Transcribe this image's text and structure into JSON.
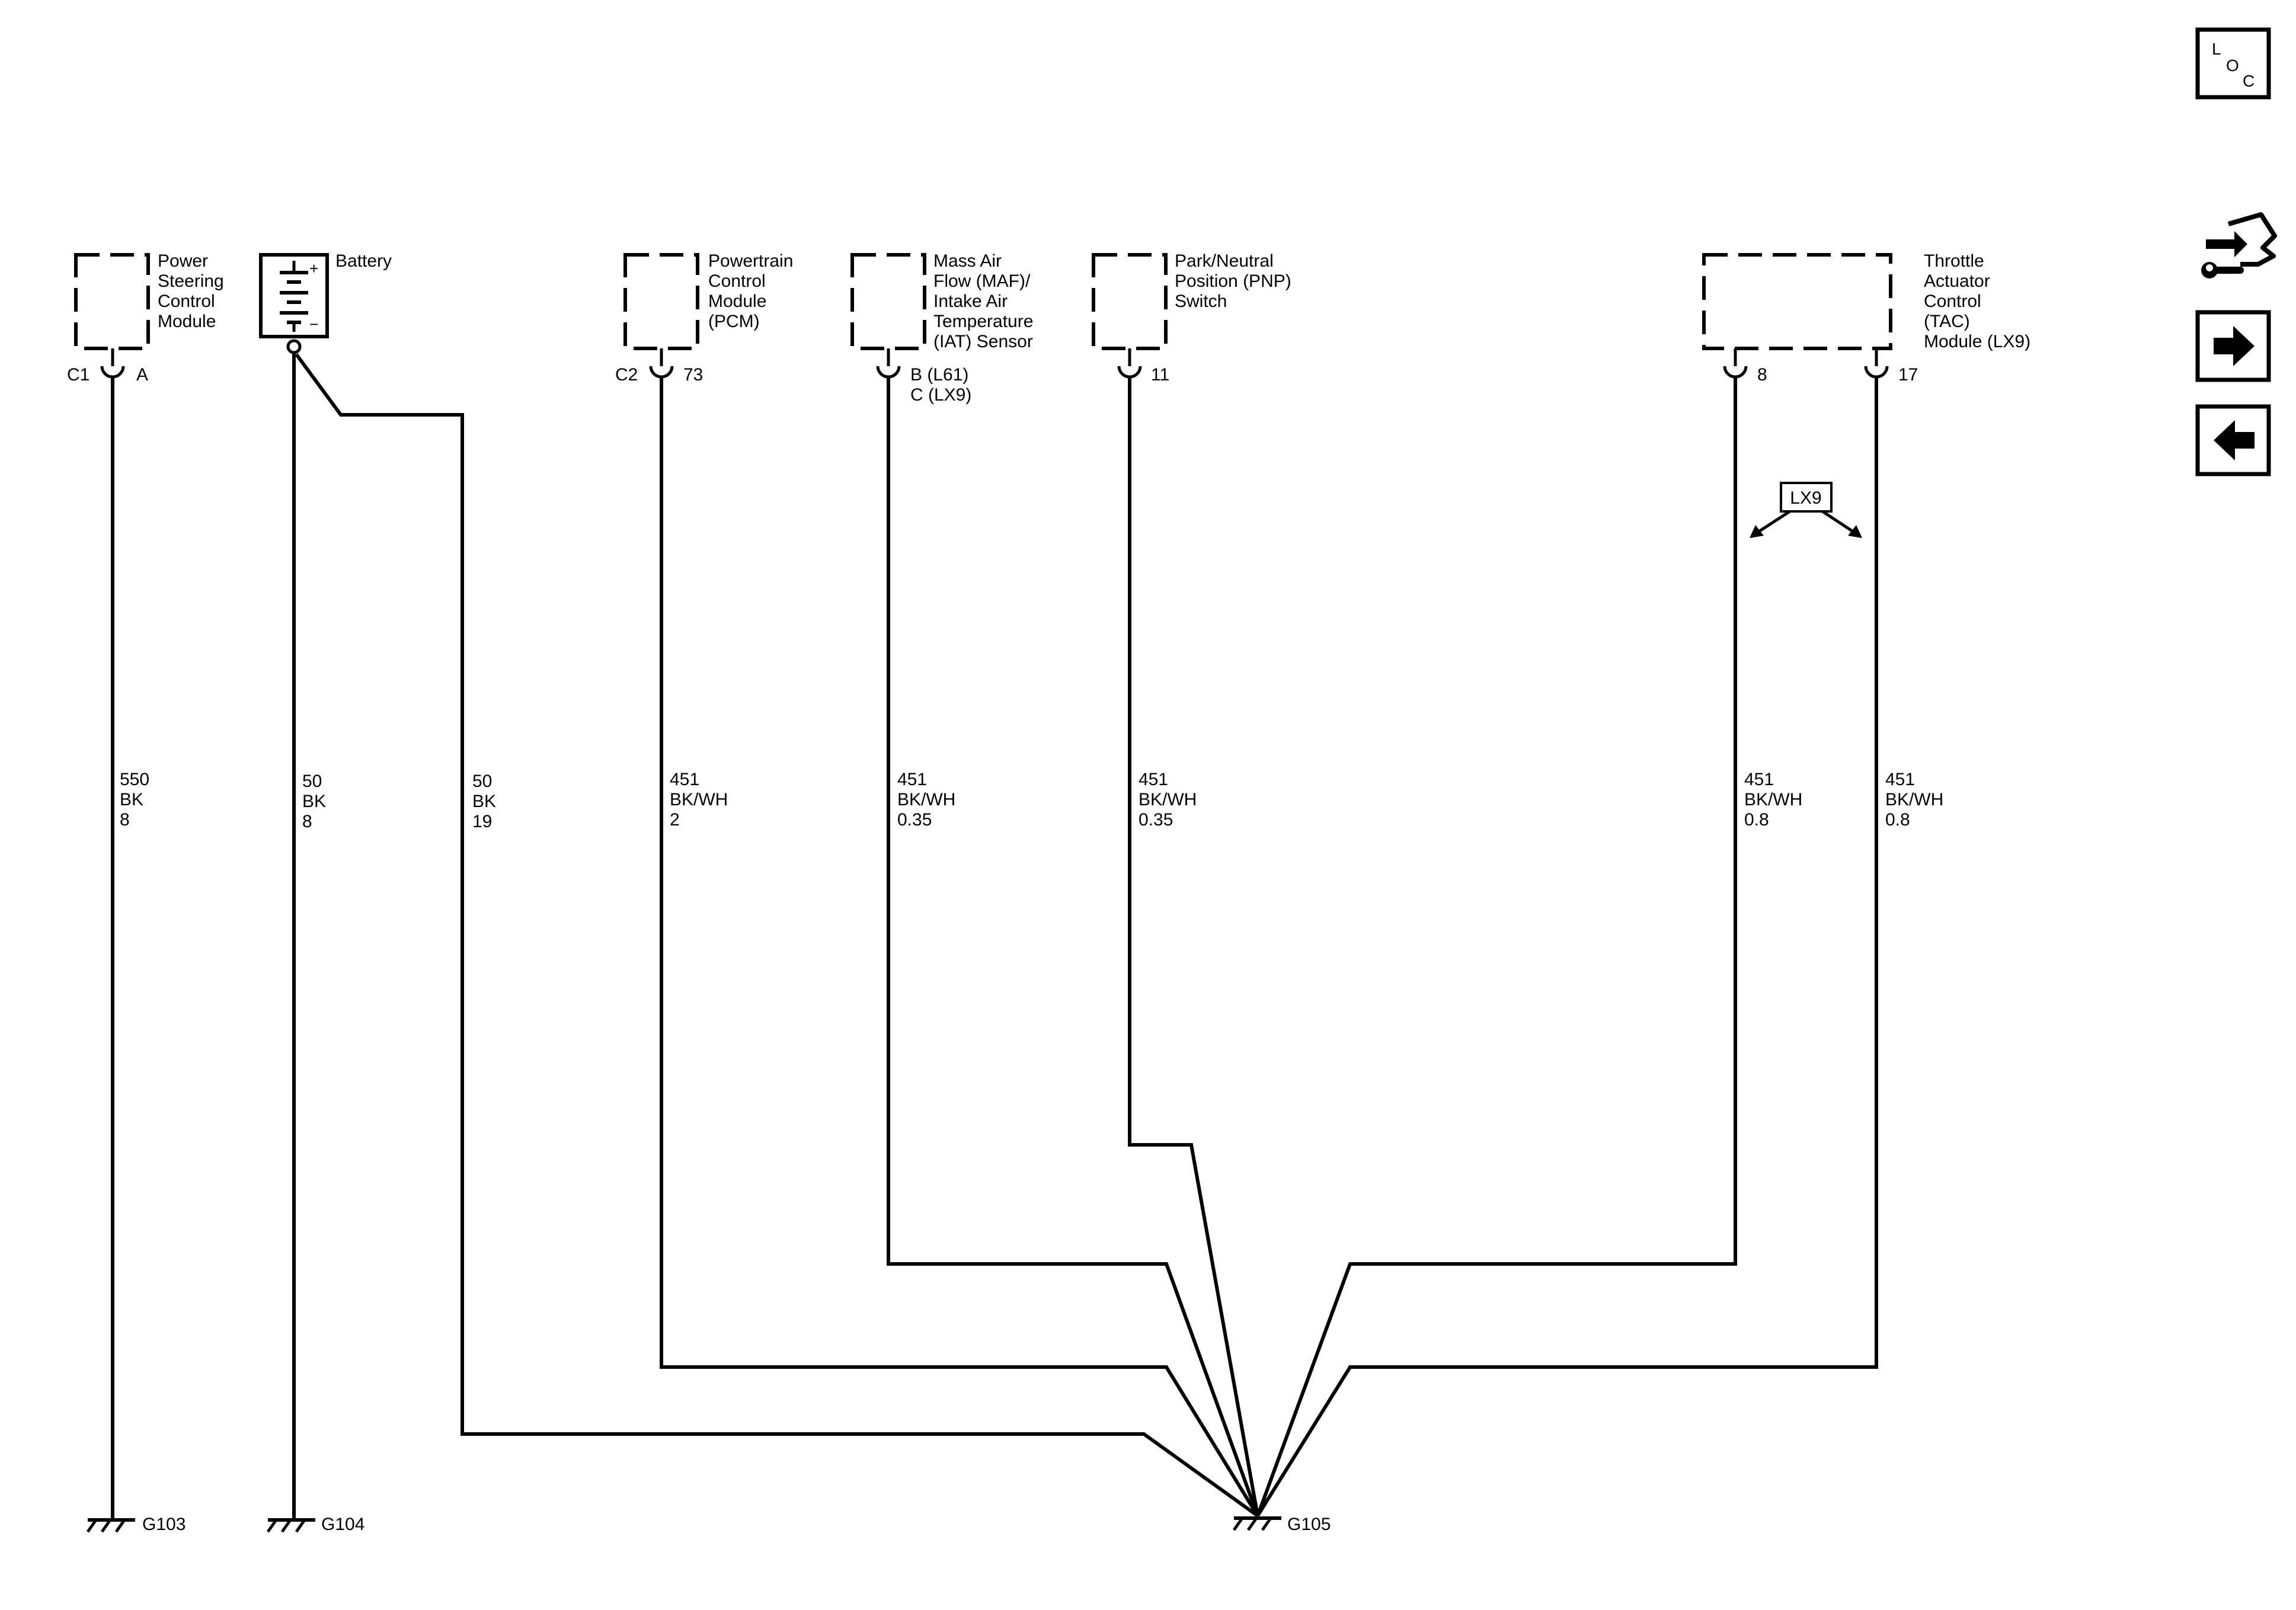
{
  "components": {
    "pscm": {
      "name_lines": [
        "Power",
        "Steering",
        "Control",
        "Module"
      ],
      "connector": "C1",
      "pin": "A"
    },
    "battery": {
      "name": "Battery",
      "plus": "+",
      "minus": "−"
    },
    "pcm": {
      "name_lines": [
        "Powertrain",
        "Control",
        "Module",
        "(PCM)"
      ],
      "connector": "C2",
      "pin": "73"
    },
    "maf": {
      "name_lines": [
        "Mass Air",
        "Flow (MAF)/",
        "Intake Air",
        "Temperature",
        "(IAT) Sensor"
      ],
      "pin_lines": [
        "B (L61)",
        "C (LX9)"
      ]
    },
    "pnp": {
      "name_lines": [
        "Park/Neutral",
        "Position (PNP)",
        "Switch"
      ],
      "pin": "11"
    },
    "tac": {
      "name_lines": [
        "Throttle",
        "Actuator",
        "Control",
        "(TAC)",
        "Module (LX9)"
      ],
      "pin_a": "8",
      "pin_b": "17"
    }
  },
  "option_label": "LX9",
  "wires": [
    {
      "circuit": "550",
      "color": "BK",
      "gauge": "8"
    },
    {
      "circuit": "50",
      "color": "BK",
      "gauge": "8"
    },
    {
      "circuit": "50",
      "color": "BK",
      "gauge": "19"
    },
    {
      "circuit": "451",
      "color": "BK/WH",
      "gauge": "2"
    },
    {
      "circuit": "451",
      "color": "BK/WH",
      "gauge": "0.35"
    },
    {
      "circuit": "451",
      "color": "BK/WH",
      "gauge": "0.35"
    },
    {
      "circuit": "451",
      "color": "BK/WH",
      "gauge": "0.8"
    },
    {
      "circuit": "451",
      "color": "BK/WH",
      "gauge": "0.8"
    }
  ],
  "grounds": {
    "g103": "G103",
    "g104": "G104",
    "g105": "G105"
  },
  "nav": {
    "loc": {
      "l": "L",
      "o": "O",
      "c": "C"
    },
    "icons": [
      "vehicle-service-icon",
      "arrow-right-icon",
      "arrow-left-icon"
    ]
  }
}
